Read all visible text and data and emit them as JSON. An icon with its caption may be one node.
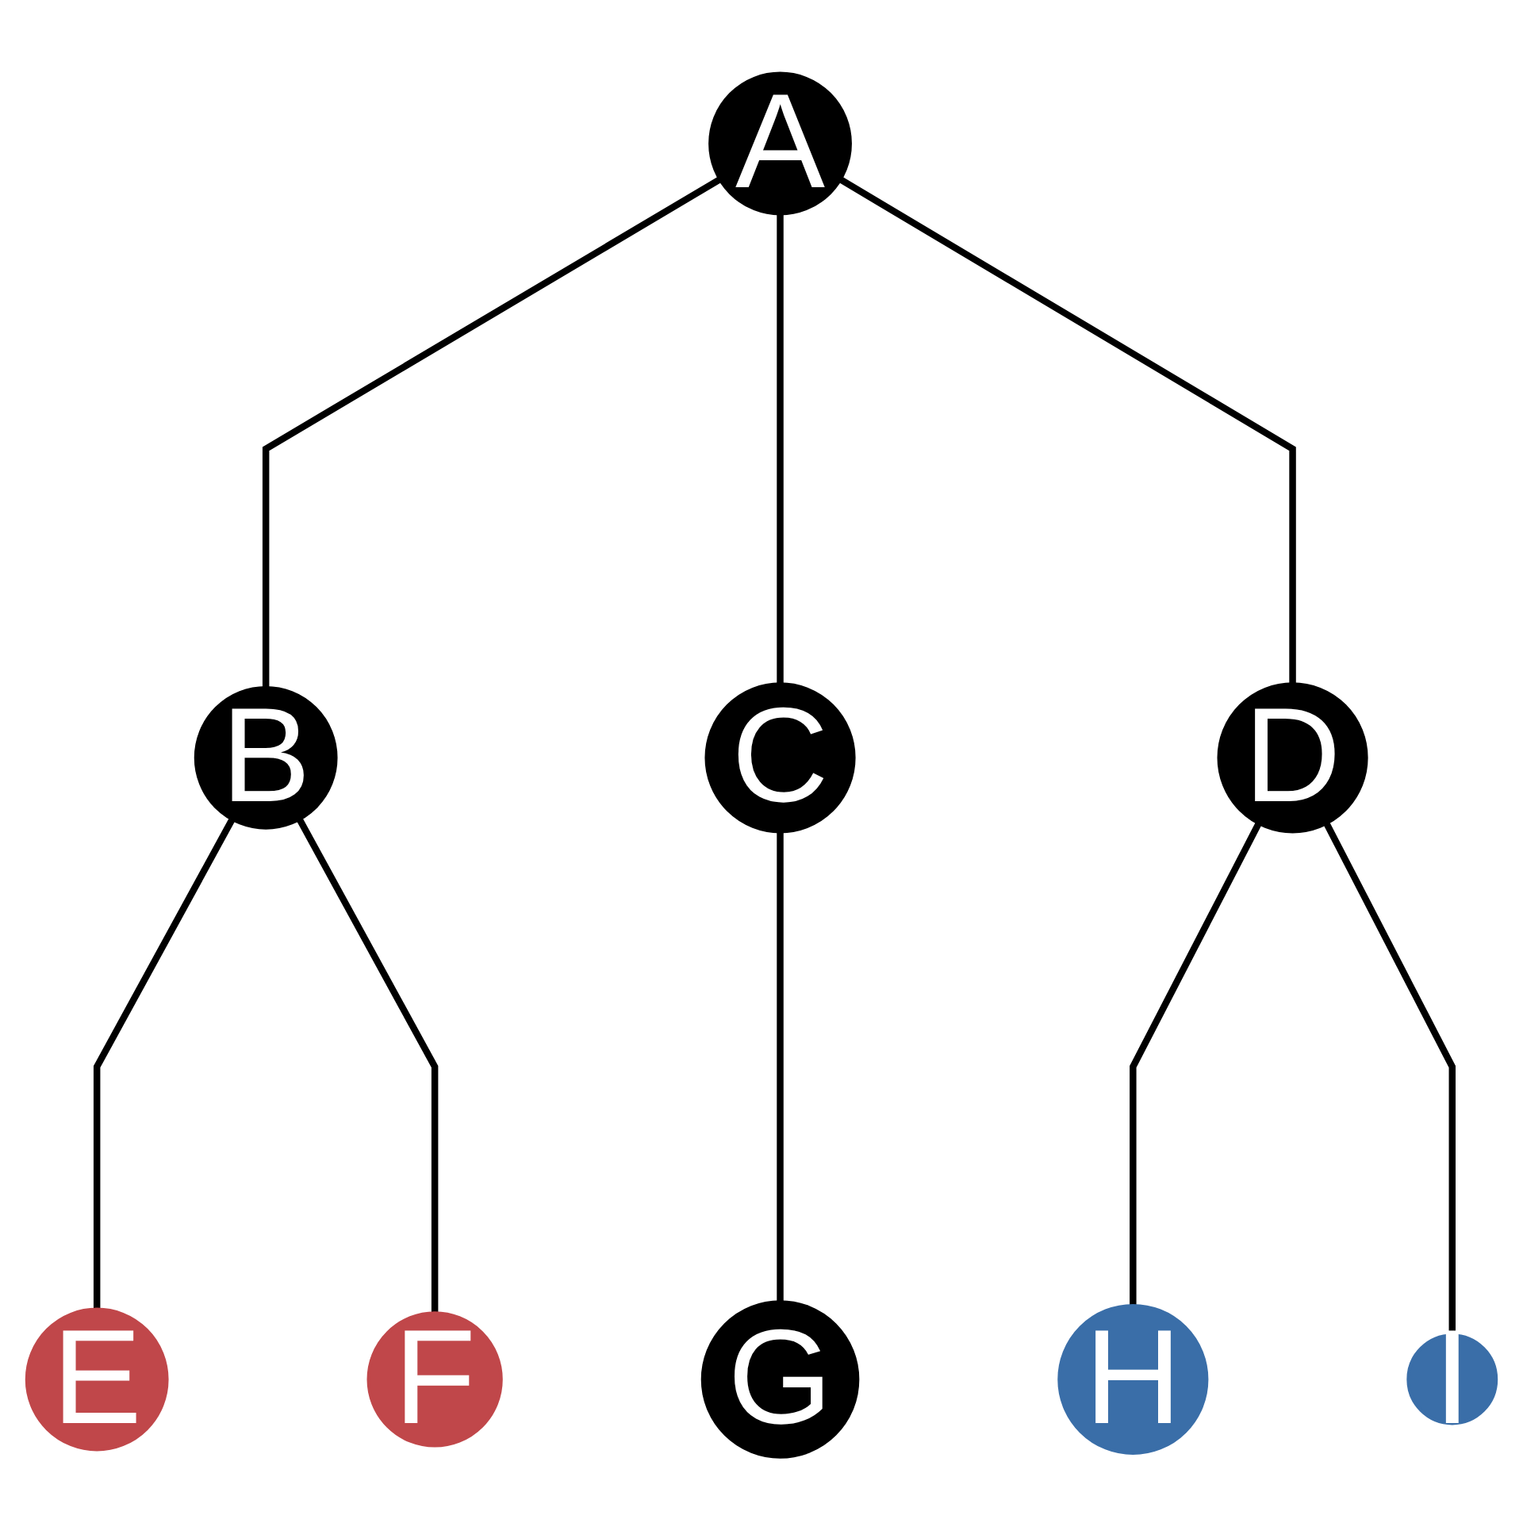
{
  "diagram": {
    "nodes": [
      {
        "text": [
          "A"
        ]
      },
      {
        "text": [
          "B"
        ]
      },
      {
        "text": [
          "C"
        ]
      },
      {
        "text": [
          "D"
        ]
      },
      {
        "text": [
          "E"
        ]
      },
      {
        "text": [
          "F"
        ]
      },
      {
        "text": [
          "G"
        ]
      },
      {
        "text": [
          "H"
        ]
      },
      {
        "text": [
          "I"
        ]
      }
    ],
    "edges": [
      {
        "from": 0,
        "to": 1,
        "arrow": "none"
      },
      {
        "from": 0,
        "to": 2,
        "arrow": "none"
      },
      {
        "from": 0,
        "to": 3,
        "arrow": "none"
      },
      {
        "from": 1,
        "to": 4,
        "arrow": "none"
      },
      {
        "from": 1,
        "to": 5,
        "arrow": "none"
      },
      {
        "from": 2,
        "to": 6,
        "arrow": "none"
      },
      {
        "from": 3,
        "to": 7,
        "arrow": "none"
      },
      {
        "from": 3,
        "to": 8,
        "arrow": "none"
      }
    ]
  }
}
